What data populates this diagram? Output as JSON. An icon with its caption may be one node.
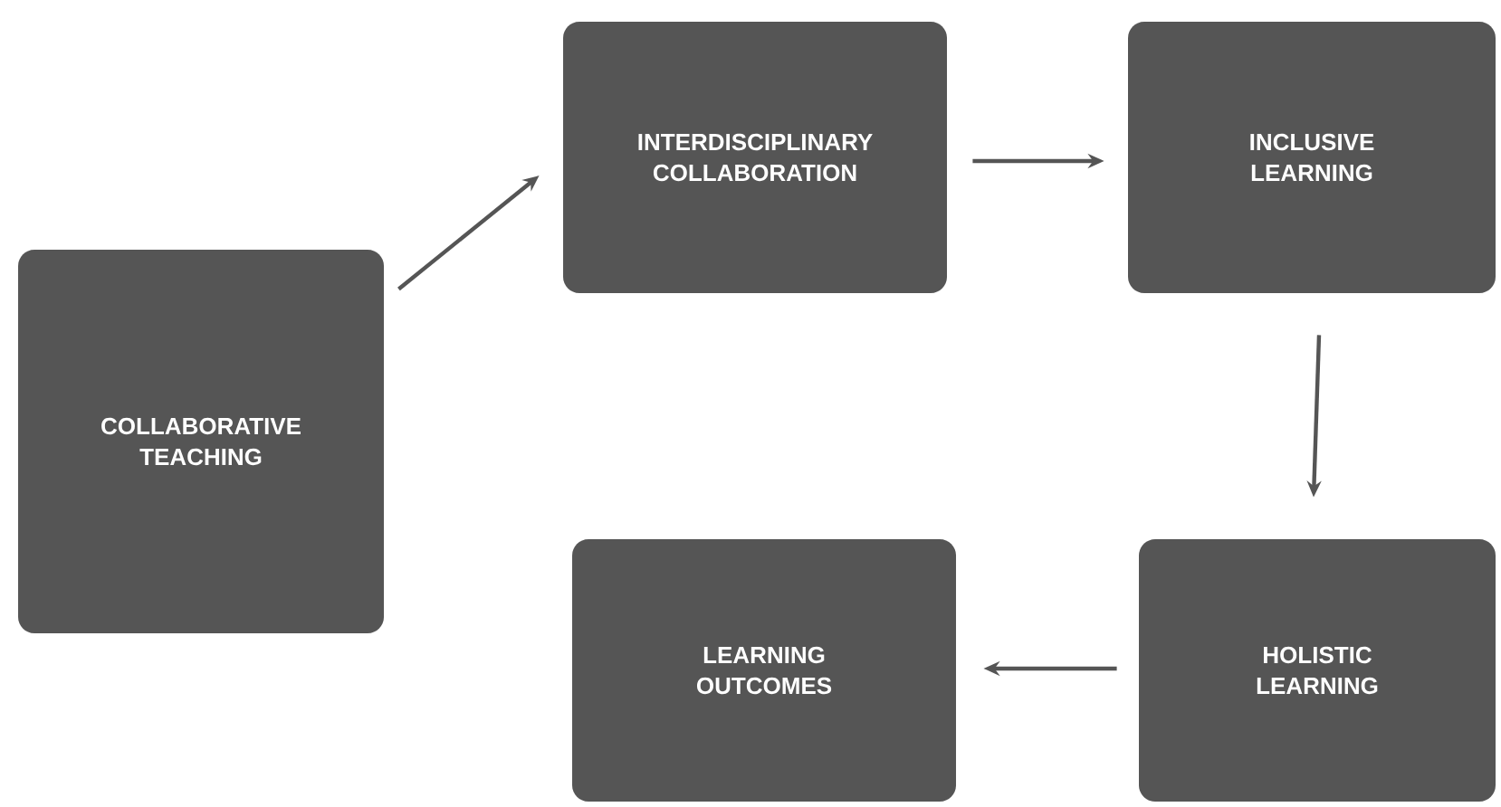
{
  "diagram": {
    "nodes": [
      {
        "text": [
          "COLLABORATIVE TEACHING"
        ]
      },
      {
        "text": [
          "INTERDISCIPLINARY COLLABORATION"
        ]
      },
      {
        "text": [
          "INCLUSIVE LEARNING"
        ]
      },
      {
        "text": [
          "HOLISTIC LEARNING"
        ]
      },
      {
        "text": [
          "LEARNING OUTCOMES"
        ]
      }
    ],
    "edges": [
      {
        "from": 0,
        "to": 1,
        "arrow": "to"
      },
      {
        "from": 1,
        "to": 2,
        "arrow": "to"
      },
      {
        "from": 2,
        "to": 3,
        "arrow": "to"
      },
      {
        "from": 3,
        "to": 4,
        "arrow": "to"
      }
    ]
  }
}
